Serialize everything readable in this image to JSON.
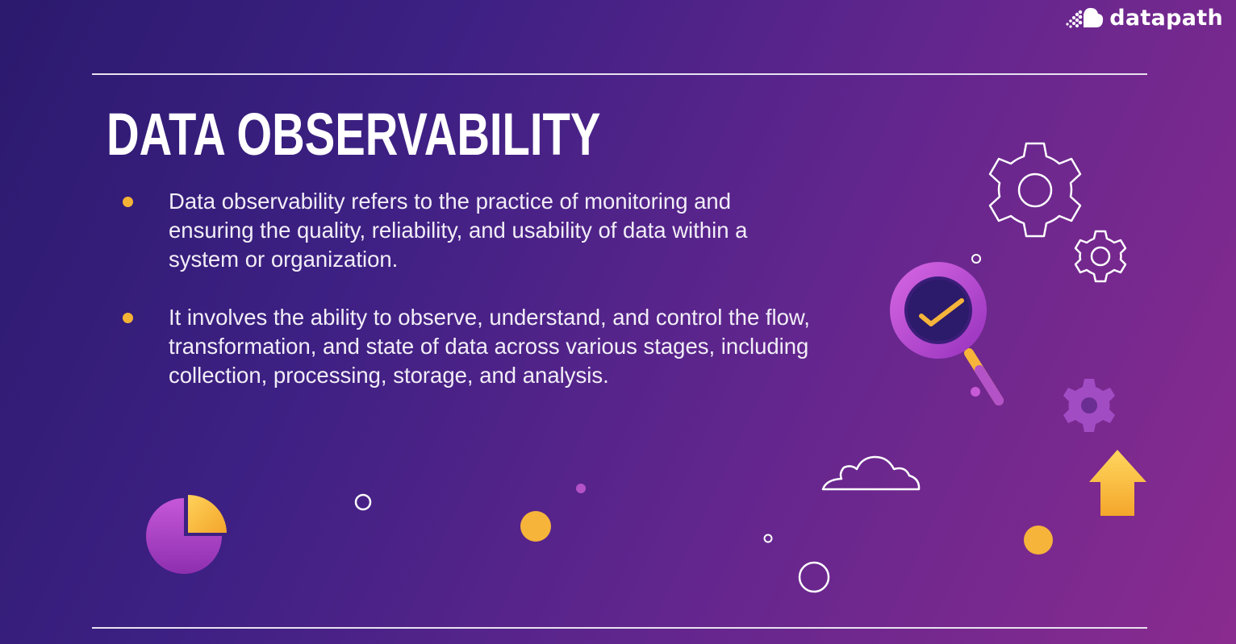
{
  "brand": {
    "name": "datapath",
    "logo_icon": "cloud-dots-icon"
  },
  "slide": {
    "title": "DATA OBSERVABILITY",
    "bullets": [
      "Data observability refers to the practice of monitoring and ensuring the quality, reliability, and usability of data within a system or organization.",
      "It involves the ability to observe, understand, and control the flow, transformation, and state of data across various stages, including collection, processing, storage, and analysis."
    ]
  },
  "decorations": {
    "icons": [
      "pie-chart-icon",
      "magnifier-check-icon",
      "gear-large-icon",
      "gear-small-icon",
      "gear-filled-icon",
      "cloud-outline-icon",
      "up-arrow-icon"
    ],
    "colors": {
      "accent": "#f5b335",
      "purple": "#b04fcf",
      "background_start": "#2b1a6e",
      "background_end": "#8a2b8f"
    }
  }
}
